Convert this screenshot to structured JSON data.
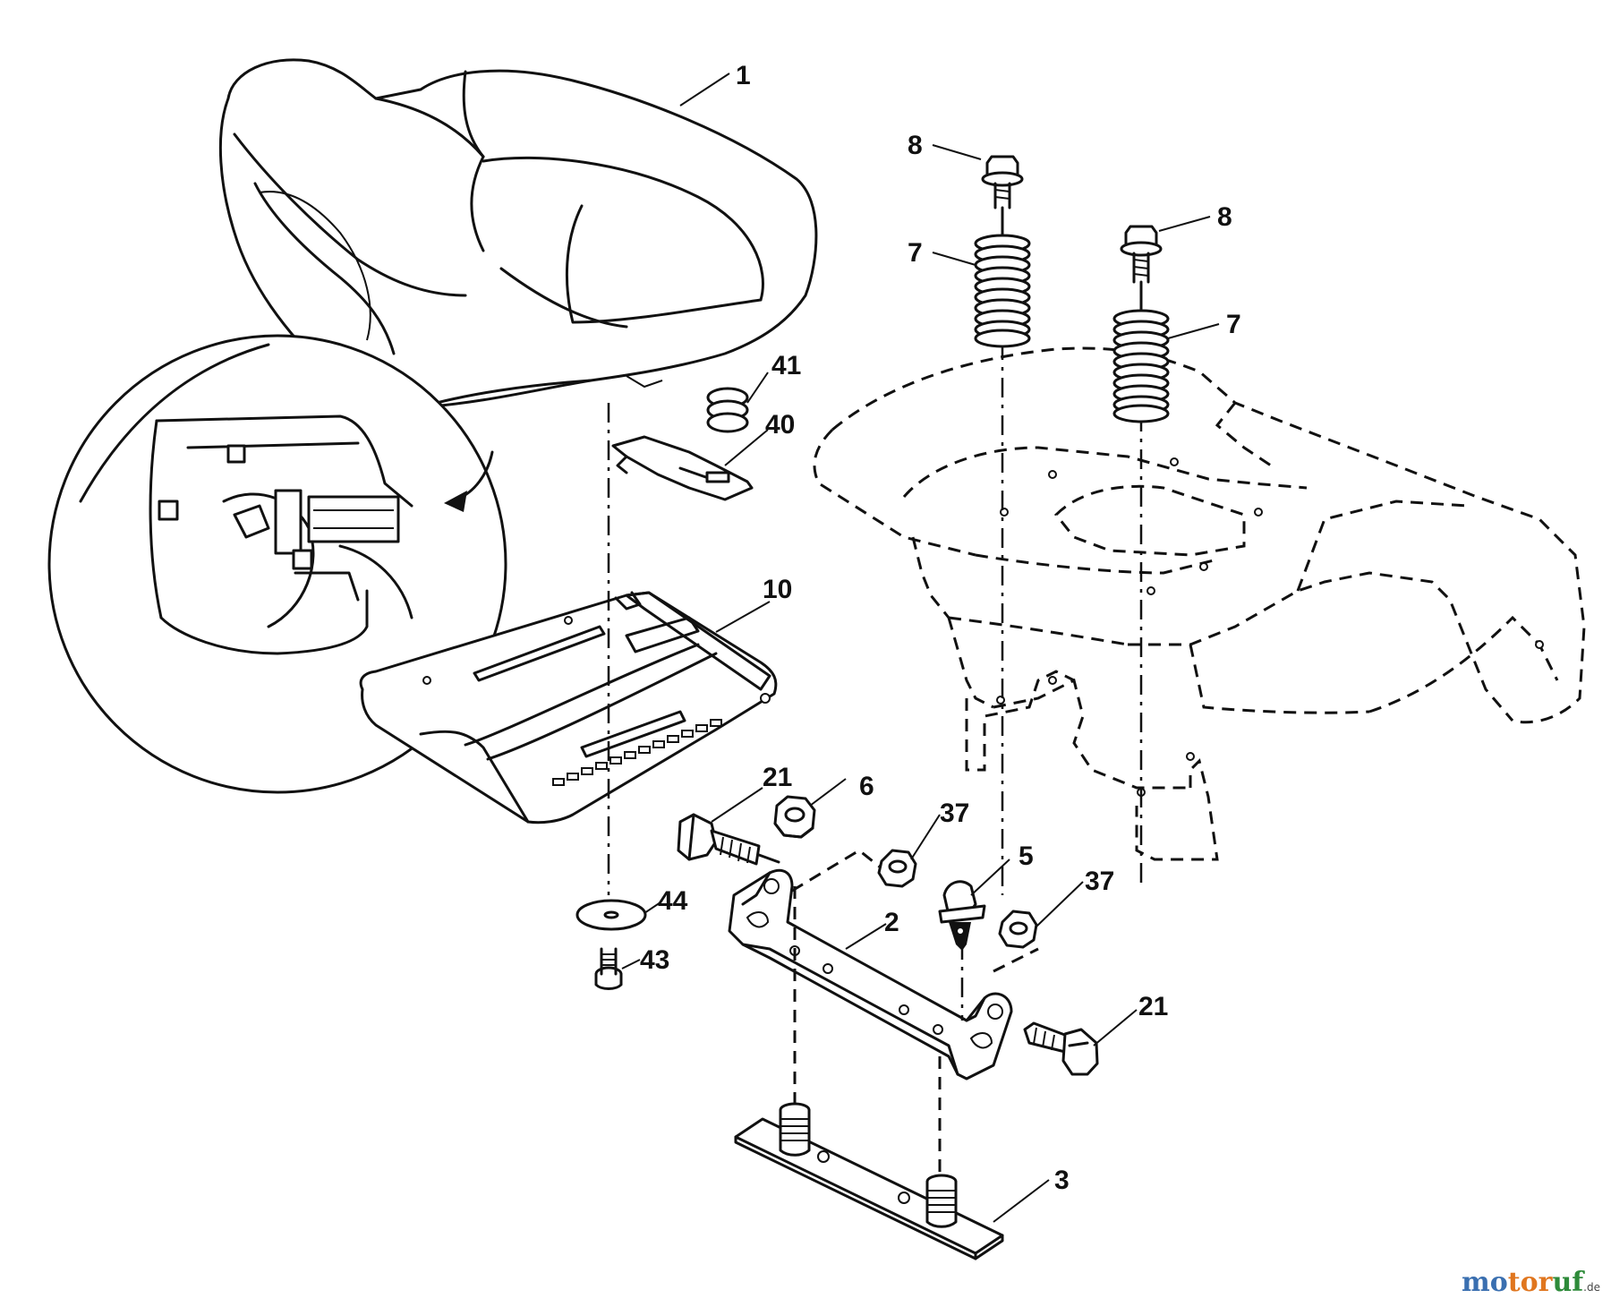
{
  "diagram": {
    "labels": [
      {
        "id": "1",
        "text": "1"
      },
      {
        "id": "8a",
        "text": "8"
      },
      {
        "id": "8b",
        "text": "8"
      },
      {
        "id": "7a",
        "text": "7"
      },
      {
        "id": "7b",
        "text": "7"
      },
      {
        "id": "41",
        "text": "41"
      },
      {
        "id": "40",
        "text": "40"
      },
      {
        "id": "10",
        "text": "10"
      },
      {
        "id": "21a",
        "text": "21"
      },
      {
        "id": "6",
        "text": "6"
      },
      {
        "id": "37a",
        "text": "37"
      },
      {
        "id": "5",
        "text": "5"
      },
      {
        "id": "37b",
        "text": "37"
      },
      {
        "id": "44",
        "text": "44"
      },
      {
        "id": "2",
        "text": "2"
      },
      {
        "id": "43",
        "text": "43"
      },
      {
        "id": "21b",
        "text": "21"
      },
      {
        "id": "3",
        "text": "3"
      }
    ]
  },
  "watermark": {
    "part1": "mo",
    "part2": "tor",
    "part3": "uf",
    "tld": ".de"
  },
  "colors": {
    "line": "#111111",
    "watermark_blue": "#3a6fb0",
    "watermark_orange": "#e0761f",
    "watermark_green": "#2e8b3a"
  }
}
